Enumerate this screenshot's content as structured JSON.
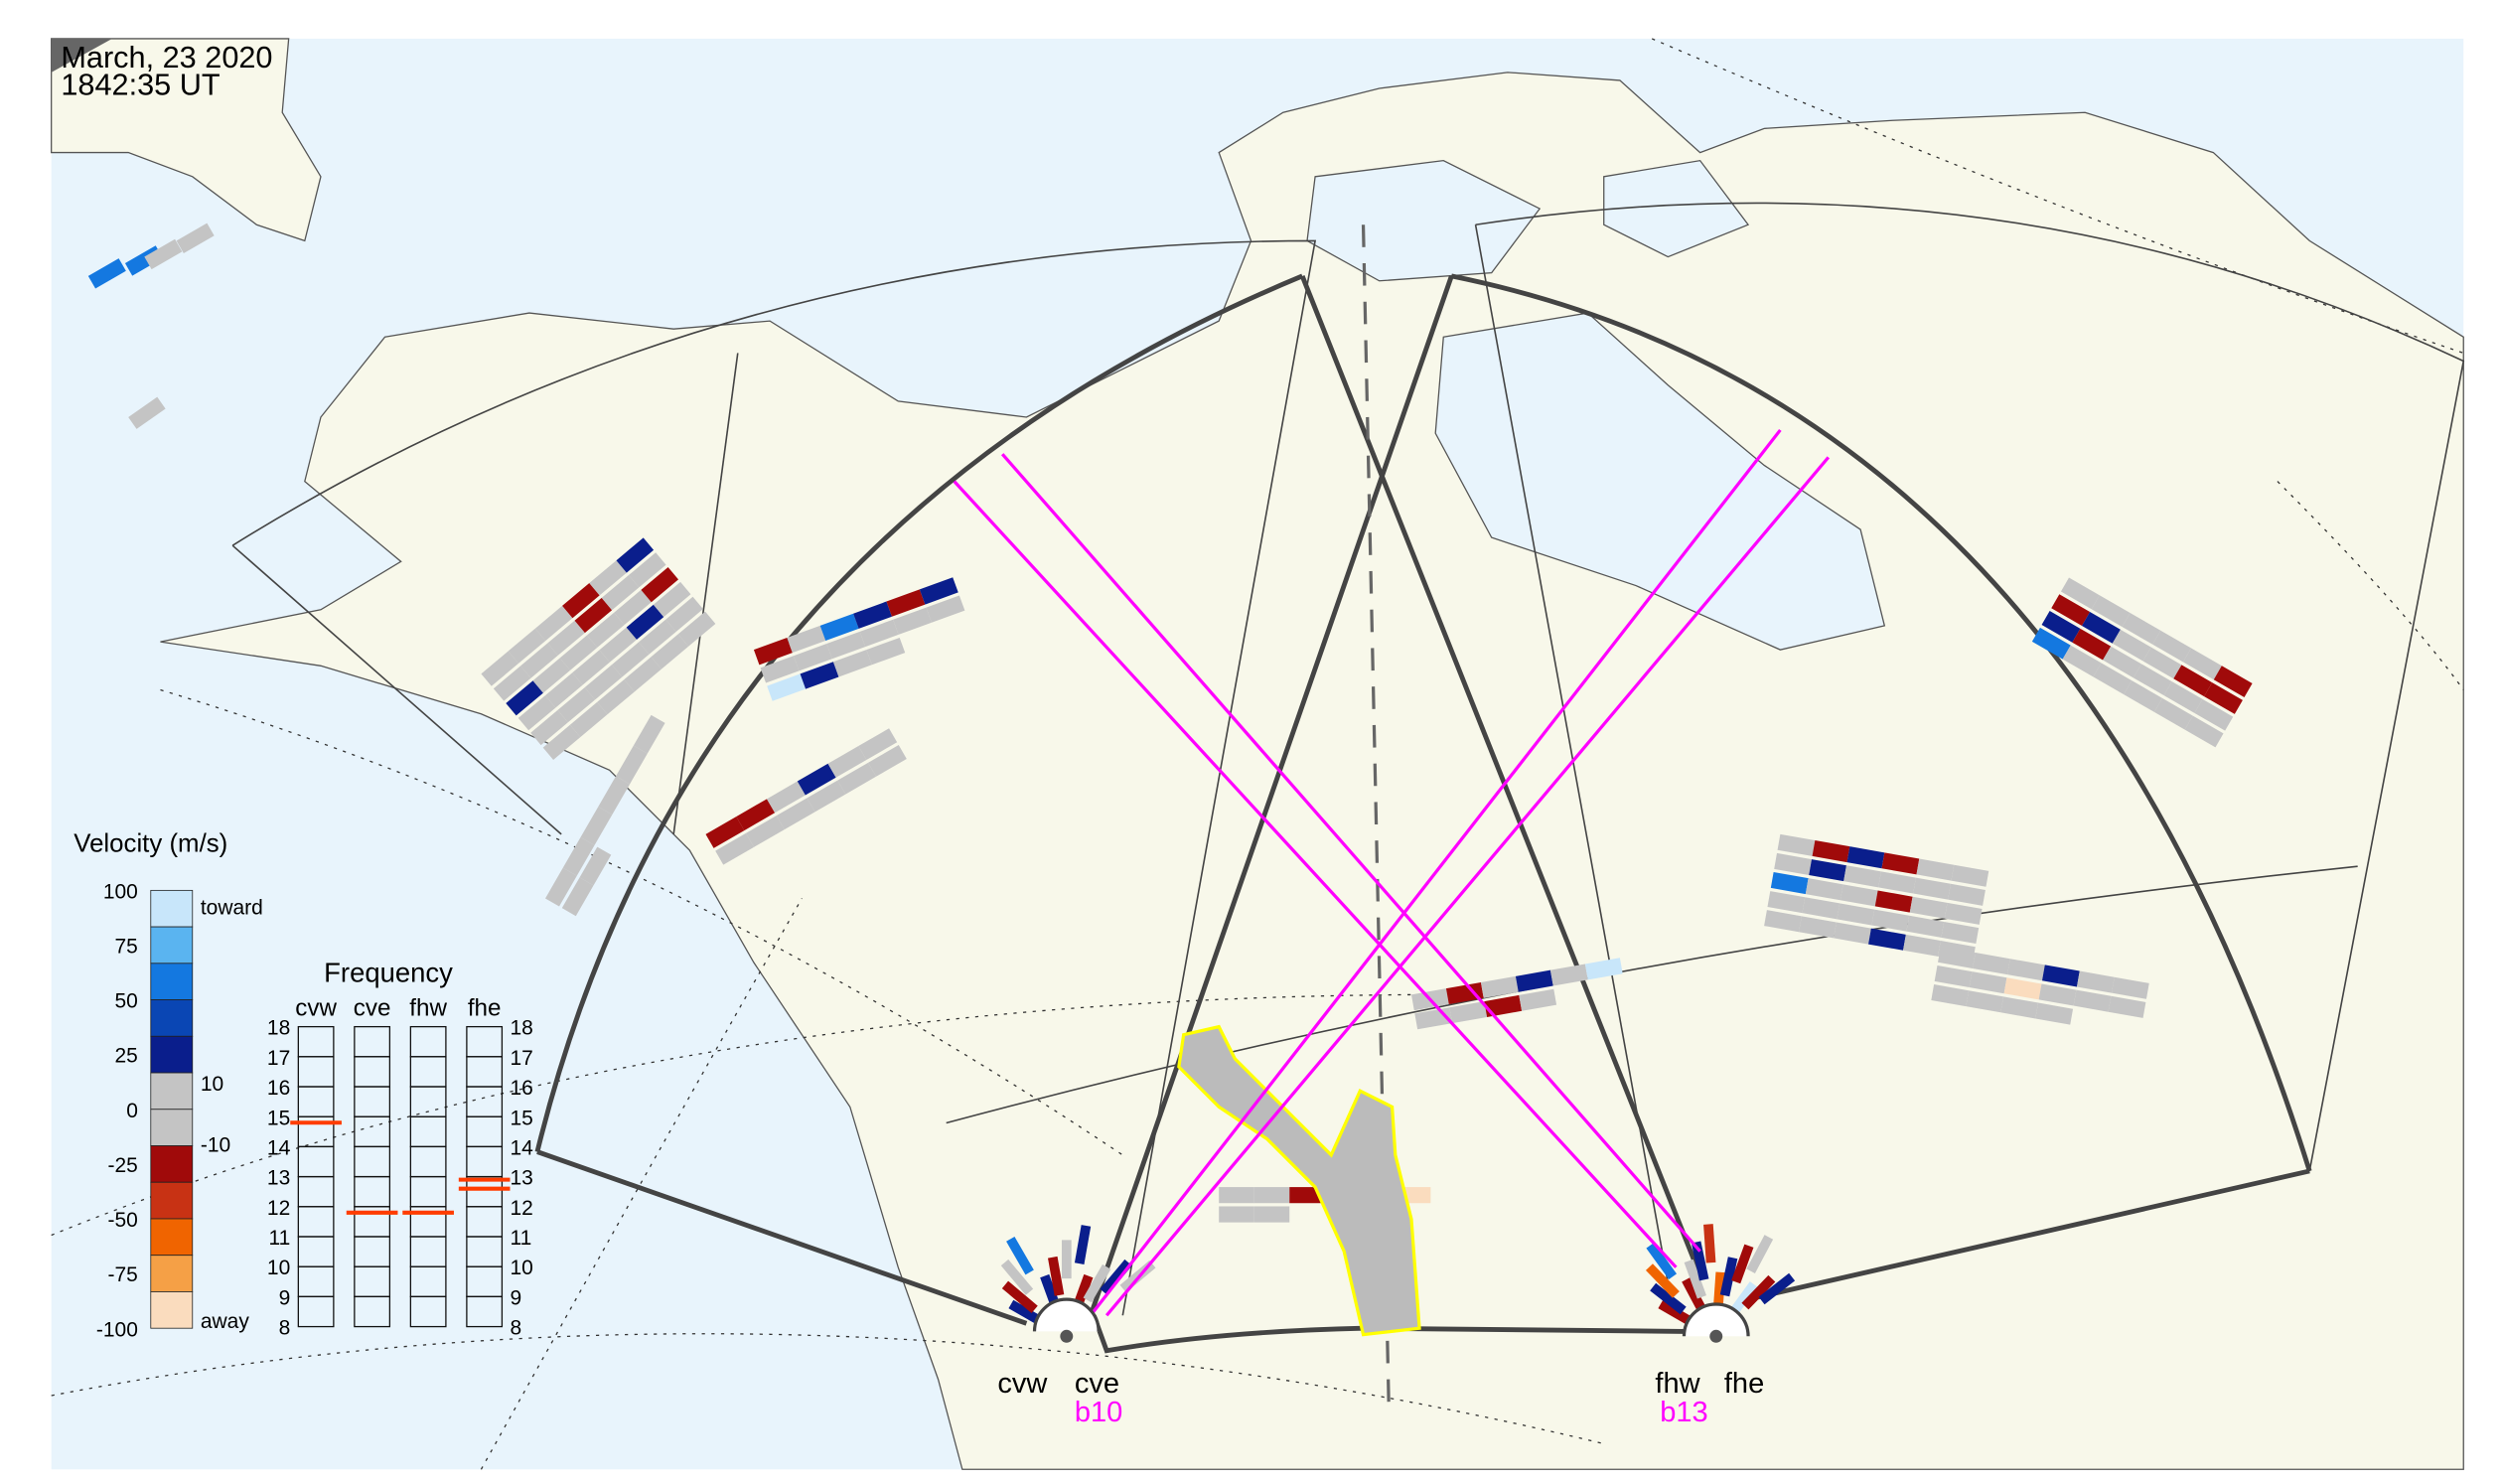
{
  "header": {
    "date": "March, 23 2020",
    "time": "1842:35 UT"
  },
  "velocity_legend": {
    "title": "Velocity (m/s)",
    "ticks": [
      "100",
      "75",
      "50",
      "25",
      "0",
      "-25",
      "-50",
      "-75",
      "-100"
    ],
    "toward_label": "toward",
    "away_label": "away",
    "threshold_high": "10",
    "threshold_low": "-10",
    "colors": [
      "#c8e6fa",
      "#5ab4f0",
      "#1478e0",
      "#0a46b4",
      "#0a1e8c",
      "#c4c4c4",
      "#c4c4c4",
      "#a00a0a",
      "#c83214",
      "#f06400",
      "#f5a046",
      "#fadcbe"
    ]
  },
  "frequency_panel": {
    "title": "Frequency",
    "columns": [
      "cvw",
      "cve",
      "fhw",
      "fhe"
    ],
    "scale": [
      "18",
      "17",
      "16",
      "15",
      "14",
      "13",
      "12",
      "11",
      "10",
      "9",
      "8"
    ],
    "marks_mhz": {
      "cvw": [
        14.8
      ],
      "cve": [
        11.8
      ],
      "fhw": [
        11.8
      ],
      "fhe": [
        12.6,
        12.9
      ]
    },
    "mark_color": "#ff3c00"
  },
  "radars": [
    {
      "west": "cvw",
      "east": "cve",
      "beam_label": "b10"
    },
    {
      "west": "fhw",
      "east": "fhe",
      "beam_label": "b13"
    }
  ],
  "colors": {
    "ocean": "#e8f4fc",
    "land": "#f8f8ea",
    "fov": "#444444",
    "beam": "#ff00ff",
    "highlight": "#ffff00",
    "gs": "#c4c4c4"
  }
}
